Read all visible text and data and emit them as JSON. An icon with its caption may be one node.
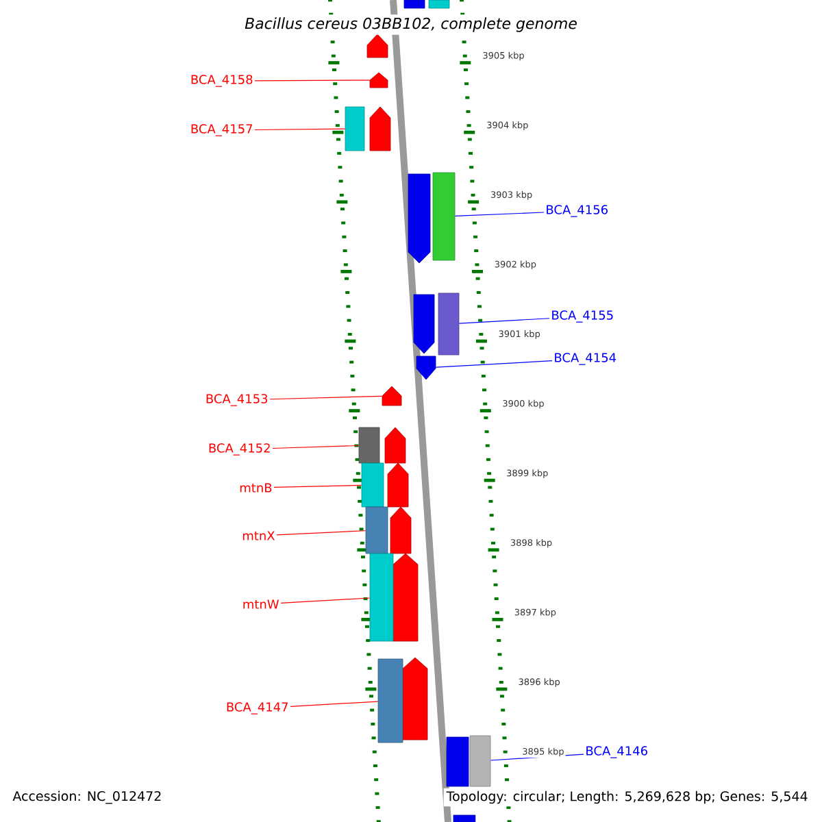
{
  "diagram": {
    "title": "Bacillus cereus 03BB102, complete genome",
    "nodes": [
      {
        "text": [
          "BCA_4158"
        ]
      },
      {
        "text": [],
        "shape": "bar"
      },
      {
        "text": [
          "BCA_4157"
        ]
      },
      {
        "text": [],
        "shape": "bar"
      },
      {
        "text": [
          "BCA_4156"
        ]
      },
      {
        "text": [],
        "shape": "bar"
      },
      {
        "text": [
          "BCA_4155"
        ]
      },
      {
        "text": [],
        "shape": "bar"
      },
      {
        "text": [
          "BCA_4154"
        ]
      },
      {
        "text": [],
        "shape": "bar"
      },
      {
        "text": [
          "BCA_4153"
        ]
      },
      {
        "text": [],
        "shape": "bar"
      },
      {
        "text": [
          "BCA_4152"
        ]
      },
      {
        "text": [],
        "shape": "bar"
      },
      {
        "text": [
          "mtnB"
        ]
      },
      {
        "text": [],
        "shape": "bar"
      },
      {
        "text": [
          "mtnX"
        ]
      },
      {
        "text": [],
        "shape": "bar"
      },
      {
        "text": [
          "mtnW"
        ]
      },
      {
        "text": [],
        "shape": "bar"
      },
      {
        "text": [
          "BCA_4147"
        ]
      },
      {
        "text": [],
        "shape": "bar"
      },
      {
        "text": [
          "BCA_4146"
        ]
      },
      {
        "text": [],
        "shape": "bar"
      }
    ],
    "edges": [
      {
        "from": 0,
        "to": 1,
        "arrow": "none"
      },
      {
        "from": 2,
        "to": 3,
        "arrow": "none"
      },
      {
        "from": 4,
        "to": 5,
        "arrow": "none",
        "color": "#0000ff"
      },
      {
        "from": 6,
        "to": 7,
        "arrow": "none",
        "color": "#0000ff"
      },
      {
        "from": 8,
        "to": 9,
        "arrow": "none",
        "color": "#0000ff"
      },
      {
        "from": 10,
        "to": 11,
        "arrow": "none"
      },
      {
        "from": 12,
        "to": 13,
        "arrow": "none"
      },
      {
        "from": 14,
        "to": 15,
        "arrow": "none"
      },
      {
        "from": 16,
        "to": 17,
        "arrow": "none"
      },
      {
        "from": 18,
        "to": 19,
        "arrow": "none"
      },
      {
        "from": 20,
        "to": 21,
        "arrow": "none"
      },
      {
        "from": 22,
        "to": 23,
        "arrow": "none",
        "color": "#0000ff"
      }
    ],
    "labels": [
      "3905 kbp",
      "3904 kbp",
      "3903 kbp",
      "3902 kbp",
      "3901 kbp",
      "3900 kbp",
      "3899 kbp",
      "3898 kbp",
      "3897 kbp",
      "3896 kbp",
      "3895 kbp",
      "Accession: NC_012472",
      "Topology: circular; Length: 5,269,628 bp; Genes: 5,544"
    ]
  }
}
